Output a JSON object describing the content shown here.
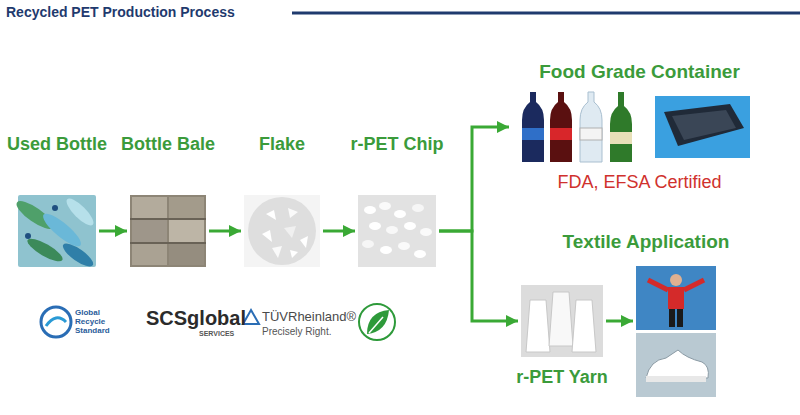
{
  "diagram": {
    "title": "Recycled PET Production Process",
    "nodes": [
      {
        "text": [
          "Used Bottle"
        ]
      },
      {
        "text": [
          "Bottle Bale"
        ]
      },
      {
        "text": [
          "Flake"
        ]
      },
      {
        "text": [
          "r-PET Chip"
        ]
      },
      {
        "text": [
          "Food Grade Container",
          "FDA, EFSA Certified"
        ]
      },
      {
        "text": [
          "r-PET Yarn"
        ]
      },
      {
        "text": [
          "Textile Application"
        ]
      }
    ],
    "edges": [
      {
        "from": 0,
        "to": 1,
        "arrow": "to"
      },
      {
        "from": 1,
        "to": 2,
        "arrow": "to"
      },
      {
        "from": 2,
        "to": 3,
        "arrow": "to"
      },
      {
        "from": 3,
        "to": 4,
        "arrow": "to"
      },
      {
        "from": 3,
        "to": 5,
        "arrow": "to"
      },
      {
        "from": 5,
        "to": 6,
        "arrow": "to"
      }
    ],
    "labels": [
      "Global Recycle Standard",
      "SCSglobal",
      "SERVICES",
      "TÜVRheinland®",
      "Precisely Right."
    ]
  }
}
